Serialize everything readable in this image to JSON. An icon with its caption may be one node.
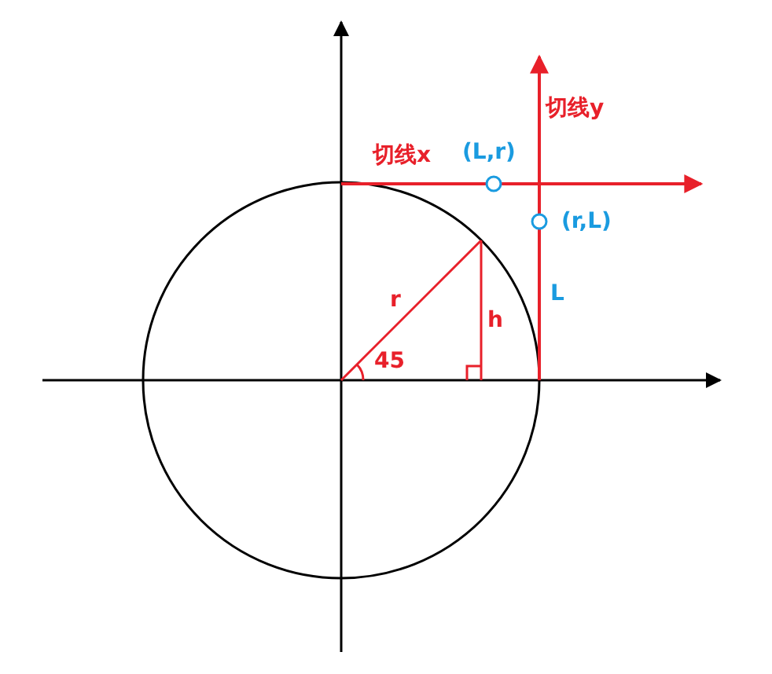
{
  "diagram": {
    "labels": [
      "切线y",
      "切线x",
      "(L,r)",
      "(r,L)",
      "r",
      "h",
      "L",
      "45"
    ]
  }
}
